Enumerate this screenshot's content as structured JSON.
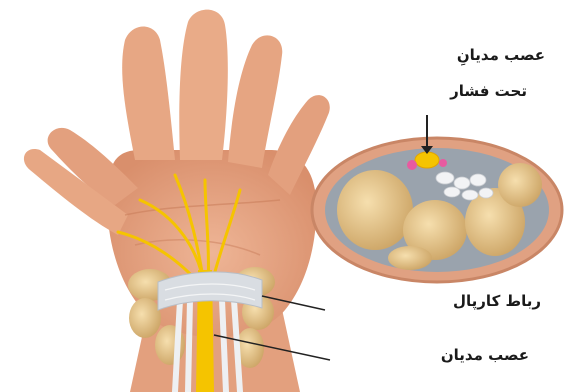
{
  "labels": {
    "compressed_nerve_line1": "عصب مدیانِ",
    "compressed_nerve_line2": "تحت فشار",
    "carpal_ligament": "رباط کارپال",
    "median_nerve": "عصب مدیان"
  },
  "colors": {
    "skin": "#e8a886",
    "skin_shadow": "#d98f6c",
    "bone": "#f2d49a",
    "ligament": "#d9dde2",
    "nerve": "#f5c400",
    "cross_section_ring": "#c98666",
    "cross_section_fill": "#9aa3ad",
    "leader_line": "#222222"
  },
  "icons": [
    "hand-illustration",
    "wrist-cross-section",
    "arrow-down-icon"
  ]
}
